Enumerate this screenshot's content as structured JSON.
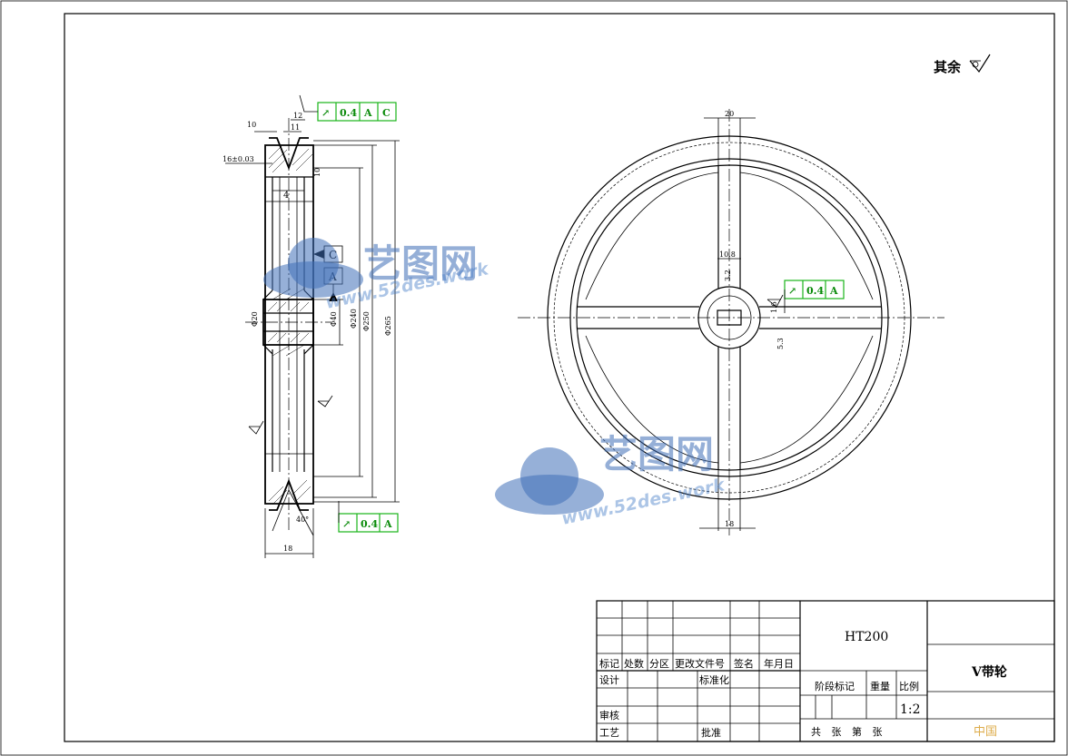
{
  "drawing": {
    "roughness_note": "其余",
    "material": "HT200",
    "part_name": "V带轮",
    "scale": "1:2",
    "title_block": {
      "rev_headers": [
        "标记",
        "处数",
        "分区",
        "更改文件号",
        "签名",
        "年月日"
      ],
      "design": "设计",
      "standardize": "标准化",
      "review": "审核",
      "process": "工艺",
      "approve": "批准",
      "stage_mark": "阶段标记",
      "weight": "重量",
      "ratio": "比例",
      "sheet_info": "共   张 第   张"
    },
    "datum_labels": [
      "C",
      "A"
    ],
    "tolerance_frames": [
      {
        "symbol": "↗",
        "value": "0.4",
        "datums": [
          "A",
          "C"
        ]
      },
      {
        "symbol": "↗",
        "value": "0.4",
        "datums": [
          "A"
        ]
      },
      {
        "symbol": "↗",
        "value": "0.4",
        "datums": [
          "A"
        ]
      }
    ],
    "dimensions": {
      "top_width": "10",
      "groove_top": "12",
      "groove_inner": "11",
      "tol_left": "16±0.03",
      "hub_width": "4",
      "flange": "10",
      "bottom_width": "18",
      "front_top": "20",
      "front_bottom": "18",
      "keyway": "10.8",
      "keyway_depth": "5.3",
      "angle": "40°",
      "small_a": "3.2",
      "small_b": "1.6",
      "dia_inner": "Φ240",
      "dia_mid": "Φ250",
      "dia_outer": "Φ265",
      "hub_dia": "Φ40",
      "bore": "Φ20"
    },
    "watermark": {
      "brand": "艺图网",
      "url": "www.52des.work"
    },
    "stamp": "中国"
  }
}
